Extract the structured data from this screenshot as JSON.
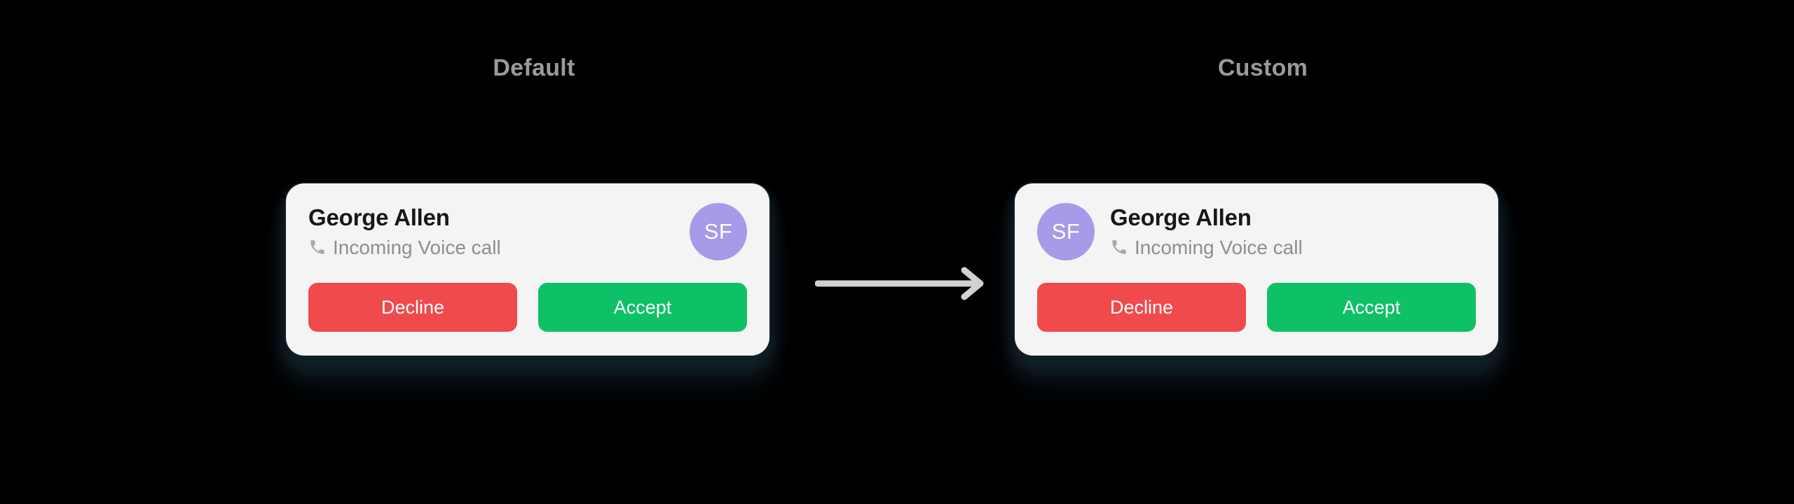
{
  "page": {
    "background_color": "#000000"
  },
  "sections": [
    {
      "id": "default",
      "label": "Default",
      "avatar_position": "right"
    },
    {
      "id": "custom",
      "label": "Custom",
      "avatar_position": "left"
    }
  ],
  "notification": {
    "contact_name": "George Allen",
    "call_status": "Incoming Voice call",
    "status_icon": "phone-icon",
    "avatar": {
      "initials": "SF",
      "background_color": "#a79ae8",
      "text_color": "#ffffff"
    },
    "buttons": {
      "decline": {
        "label": "Decline",
        "color": "#f04a4d"
      },
      "accept": {
        "label": "Accept",
        "color": "#0fc166"
      }
    },
    "card_background": "#f4f4f4",
    "title_color": "#171717",
    "status_color": "#8e8e8e"
  },
  "flow": {
    "arrow_icon": "arrow-right-icon",
    "arrow_color": "#d2d2d2"
  },
  "labels": {
    "color": "#9a9a9a"
  }
}
